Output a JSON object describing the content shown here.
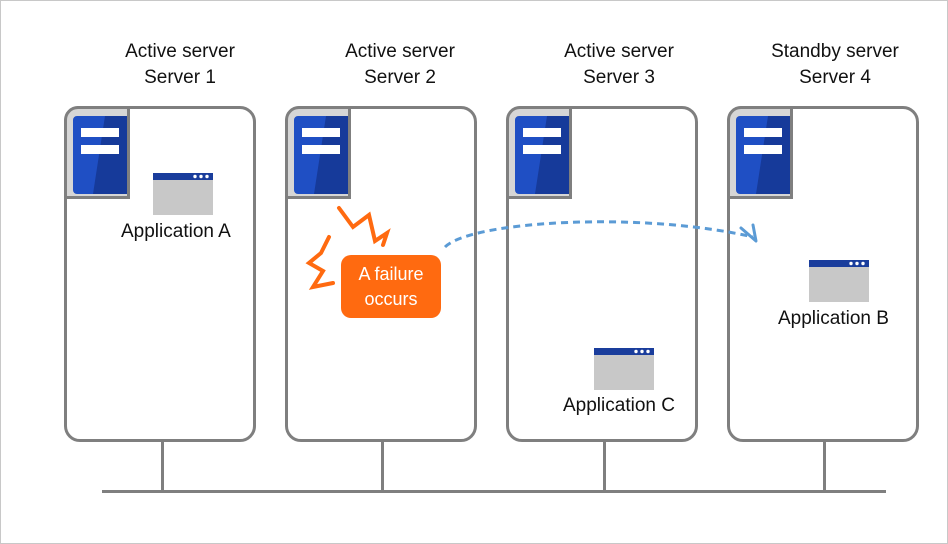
{
  "servers": [
    {
      "role": "Active server",
      "name": "Server 1"
    },
    {
      "role": "Active server",
      "name": "Server 2"
    },
    {
      "role": "Active server",
      "name": "Server 3"
    },
    {
      "role": "Standby server",
      "name": "Server 4"
    }
  ],
  "applications": {
    "a": "Application A",
    "b": "Application B",
    "c": "Application C"
  },
  "failure": {
    "line1": "A failure",
    "line2": "occurs"
  },
  "colors": {
    "server_icon": "#1f4fc4",
    "server_icon_dark": "#163a9a",
    "window_bar": "#1a3d9c",
    "window_body": "#c8c8c8",
    "failure": "#ff6a10",
    "failover_arrow": "#5b9bd5",
    "outline": "#7f7f7f"
  }
}
